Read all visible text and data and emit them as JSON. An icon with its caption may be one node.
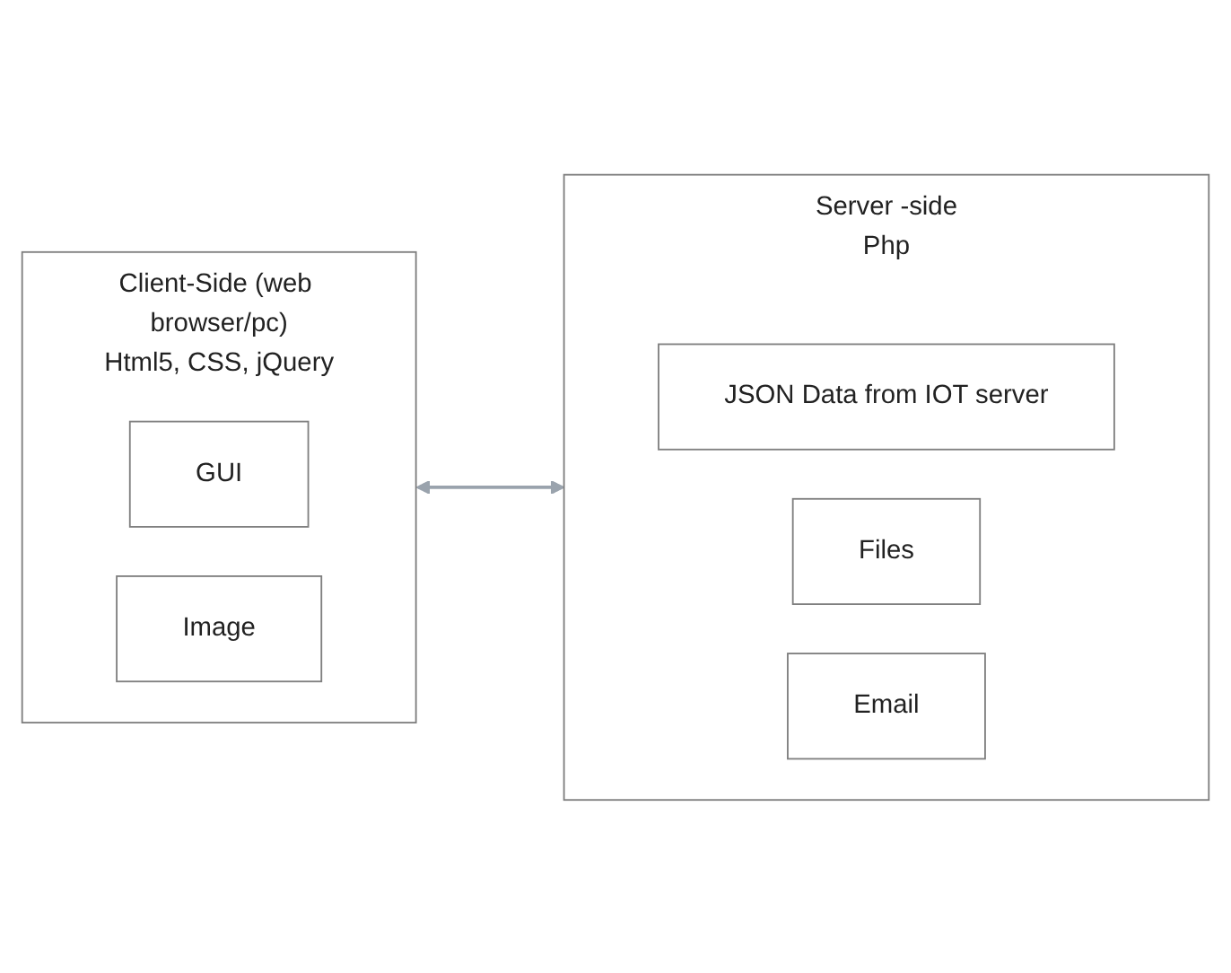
{
  "diagram": {
    "nodes": [
      {
        "text": [
          "Client-Side (web browser/pc)",
          "Html5, CSS, jQuery"
        ]
      },
      {
        "text": [
          "GUI"
        ],
        "in": 0
      },
      {
        "text": [
          "Image"
        ],
        "in": 0
      },
      {
        "text": [
          "Server -side",
          "Php"
        ]
      },
      {
        "text": [
          "JSON Data from IOT server"
        ],
        "in": 3
      },
      {
        "text": [
          "Files"
        ],
        "in": 3
      },
      {
        "text": [
          "Email"
        ],
        "in": 3
      }
    ],
    "edges": [
      {
        "from": 0,
        "to": 3,
        "arrow": "both"
      }
    ]
  }
}
